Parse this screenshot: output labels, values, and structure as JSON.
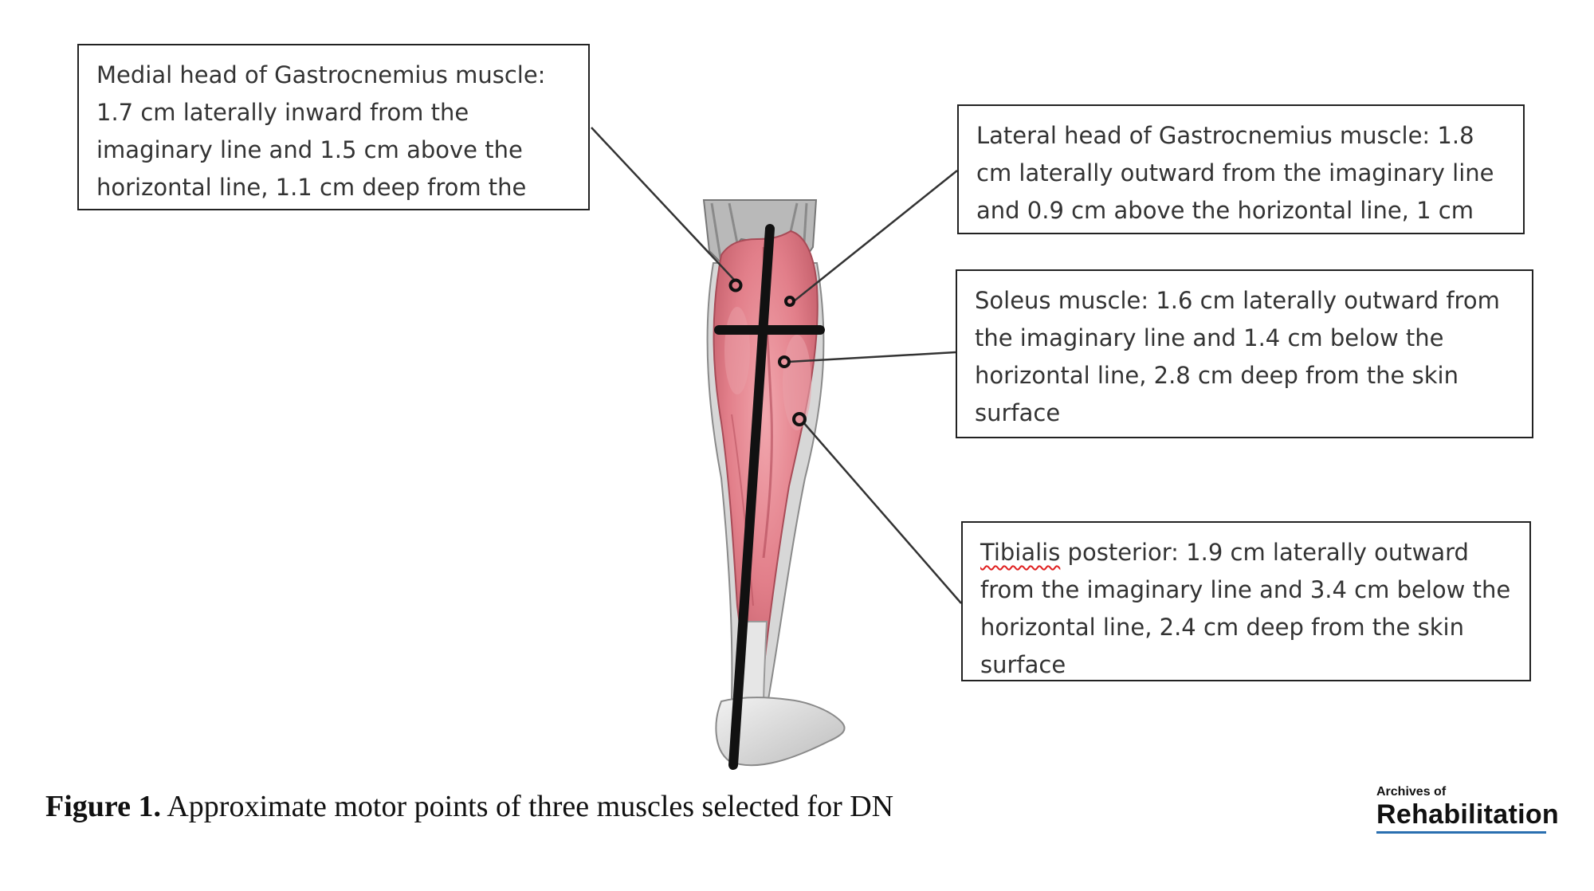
{
  "callouts": {
    "medial": {
      "lines": [
        "Medial head of Gastrocnemius muscle:",
        "1.7 cm laterally inward from the",
        "imaginary line and 1.5 cm above the",
        "horizontal line, 1.1 cm deep from the"
      ]
    },
    "lateral": {
      "lines": [
        "Lateral head of Gastrocnemius muscle: 1.8",
        "cm laterally outward from the imaginary line",
        "and 0.9 cm above the horizontal line, 1 cm"
      ]
    },
    "soleus": {
      "lines": [
        "Soleus muscle: 1.6 cm laterally outward from",
        "the imaginary line and 1.4 cm below the",
        "horizontal line, 2.8 cm deep from the skin",
        "surface"
      ]
    },
    "tibialis": {
      "line1_word": "Tibialis",
      "line1_rest": " posterior: 1.9 cm laterally outward",
      "lines": [
        "from the imaginary line and 3.4 cm below the",
        "horizontal line, 2.4 cm deep from the skin",
        "surface"
      ]
    }
  },
  "caption": {
    "label": "Figure 1.",
    "text": " Approximate motor points of three muscles selected for DN"
  },
  "logo": {
    "top": "Archives of",
    "main": "Rehabilitation"
  },
  "colors": {
    "muscle": "#e88a94",
    "muscle_dark": "#c8505e",
    "bone": "#cfcfcf",
    "line": "#111111",
    "logo_accent": "#2a6fb0"
  }
}
